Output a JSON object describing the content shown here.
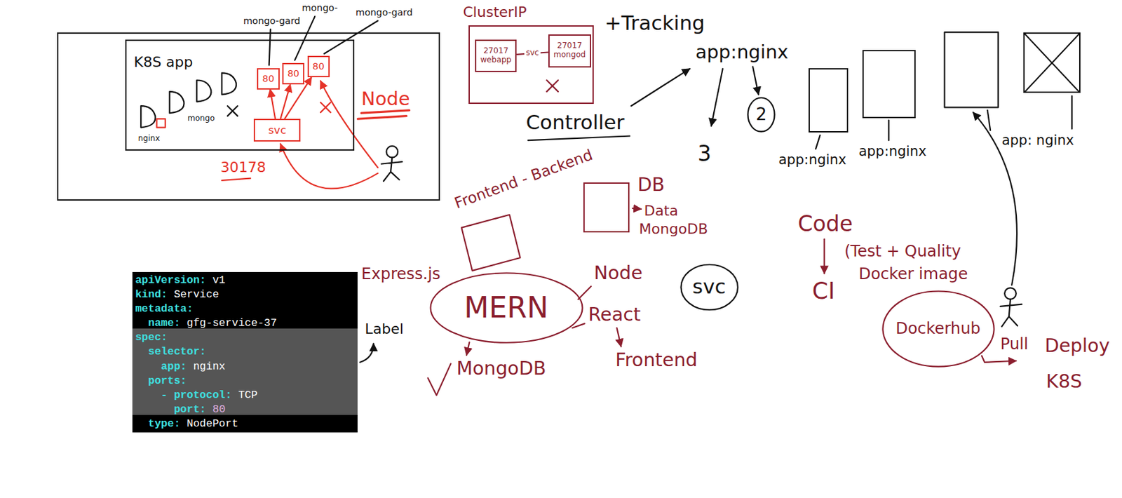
{
  "diagram": {
    "nodes": [
      {
        "text": [
          "Node"
        ]
      },
      {
        "text": [
          "K8S app"
        ],
        "in": 0
      },
      {
        "text": [
          "80"
        ],
        "in": 1
      },
      {
        "text": [
          "80"
        ],
        "in": 1
      },
      {
        "text": [
          "80"
        ],
        "in": 1
      },
      {
        "text": [
          "svc"
        ],
        "in": 1
      },
      {
        "text": [
          "ClusterIP"
        ]
      },
      {
        "text": [
          "27017",
          "webapp"
        ],
        "in": 6
      },
      {
        "text": [
          "27017",
          "mongod"
        ],
        "in": 6
      },
      {
        "text": [
          "2"
        ]
      },
      {
        "text": [
          "app:nginx"
        ]
      },
      {
        "text": [
          "app:nginx"
        ]
      },
      {
        "text": [
          "app: nginx"
        ]
      },
      {
        "text": [
          "DB"
        ]
      },
      {
        "text": [
          "MERN"
        ]
      },
      {
        "text": [
          "svc"
        ]
      },
      {
        "text": [
          "Dockerhub"
        ]
      },
      {
        "text": [
          "apiVersion:",
          "v1",
          "kind:",
          "Service",
          "metadata:",
          "name:",
          "gfg-service-37",
          "spec:",
          "selector:",
          "app:",
          "nginx",
          "ports:",
          "- protocol:",
          "TCP",
          "port:",
          "80",
          "type:",
          "NodePort"
        ]
      }
    ],
    "edges": [
      {
        "from": 5,
        "to": 2,
        "arrow": "to"
      },
      {
        "from": 5,
        "to": 3,
        "arrow": "to"
      },
      {
        "from": 5,
        "to": 4,
        "arrow": "to"
      },
      {
        "from": 7,
        "to": 8,
        "label": "svc",
        "arrow": "none"
      }
    ],
    "labels": [
      "mongo-gard",
      "mongo-",
      "mongo-gard",
      "nginx",
      "mongo",
      "30178",
      "+Tracking",
      "Controller",
      "app:nginx",
      "3",
      "Frontend - Backend",
      "Data",
      "MongoDB",
      "Express.js",
      "Node",
      "React",
      "Frontend",
      "MongoDB",
      "Code",
      "CI",
      "(Test + Quality",
      "Docker image",
      "Pull",
      "Deploy",
      "K8S",
      "Label"
    ]
  }
}
